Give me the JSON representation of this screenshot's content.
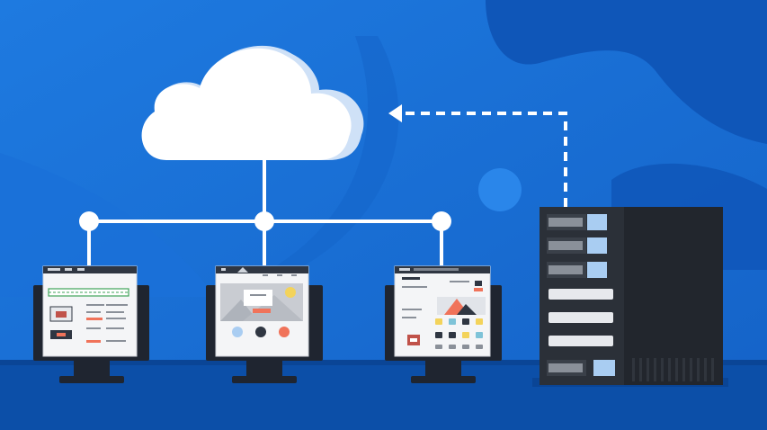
{
  "diagram": {
    "nodes": [
      {
        "id": "cloud",
        "kind": "cloud"
      },
      {
        "id": "monitor-left",
        "kind": "computer",
        "screen": "spreadsheet-window"
      },
      {
        "id": "monitor-center",
        "kind": "computer",
        "screen": "image-gallery-window"
      },
      {
        "id": "monitor-right",
        "kind": "computer",
        "screen": "app-grid-window"
      },
      {
        "id": "server",
        "kind": "server-rack"
      }
    ],
    "edges": [
      {
        "from": "cloud",
        "to": "monitor-left",
        "style": "solid"
      },
      {
        "from": "cloud",
        "to": "monitor-center",
        "style": "solid"
      },
      {
        "from": "cloud",
        "to": "monitor-right",
        "style": "solid"
      },
      {
        "from": "server",
        "to": "cloud",
        "style": "dashed",
        "arrow": true
      }
    ]
  },
  "colors": {
    "background": "#1a6fd6",
    "background_dark": "#0f55b8",
    "floor": "#0c4fa8",
    "cloud": "#ffffff",
    "cloud_shade": "#cfe1f7",
    "line": "#ffffff",
    "monitor_bezel": "#1f2530",
    "screen": "#f4f5f7",
    "server_body": "#2b3038",
    "server_side": "#22262d",
    "server_bay": "#8a9099",
    "server_led": "#a9cdf2",
    "accent_red": "#f0735a",
    "accent_yellow": "#f3d35b",
    "accent_green": "#3fa35a",
    "accent_teal": "#7ec3d8"
  }
}
